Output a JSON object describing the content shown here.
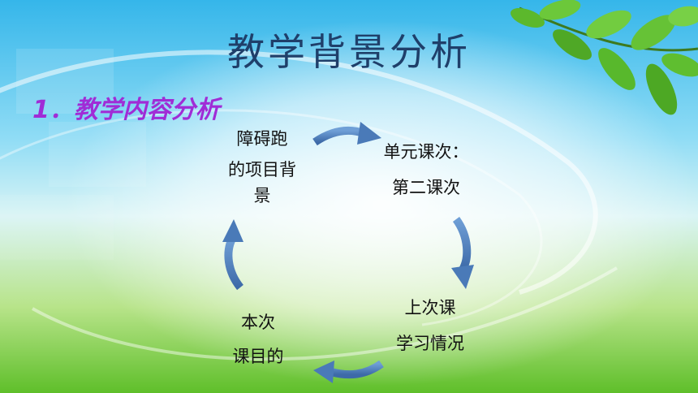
{
  "slide": {
    "title": "教学背景分析",
    "subtitle": "1．教学内容分析"
  },
  "cycle": {
    "node1": [
      "障碍跑",
      "的项目背",
      "景"
    ],
    "node2": [
      "单元课次：",
      "第二课次"
    ],
    "node3": [
      "上次课",
      "学习情况"
    ],
    "node4": [
      "本次",
      "课目的"
    ]
  },
  "colors": {
    "title": "#1f3f6a",
    "subtitle": "#a02cd6",
    "arrow": "#4a7ab8"
  },
  "icons": [
    "leaf-branch-icon",
    "curved-arrow-icon"
  ]
}
